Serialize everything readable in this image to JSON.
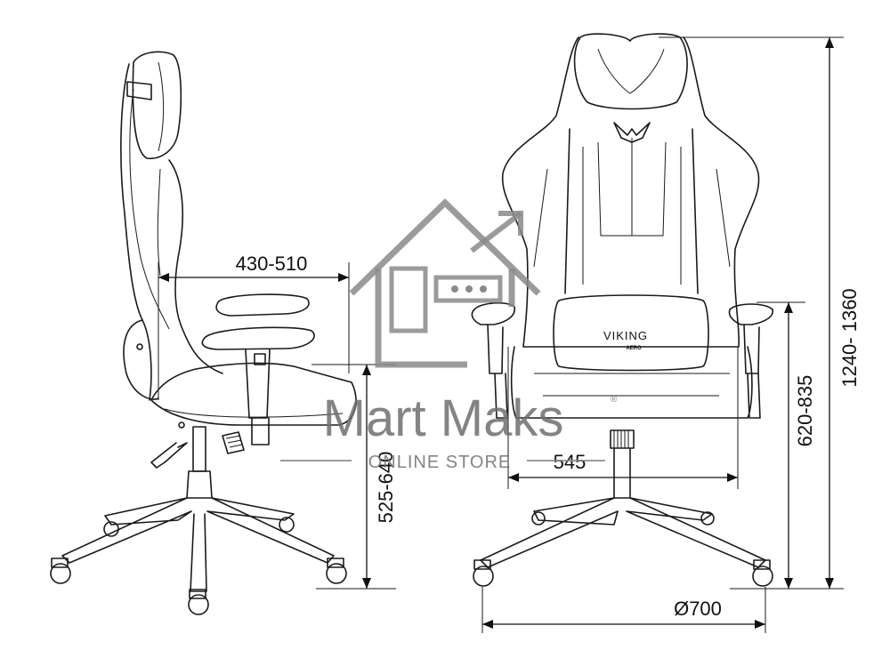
{
  "dimensions": {
    "seat_depth": "430-510",
    "seat_height_side": "525-640",
    "width": "545",
    "seat_height_front": "620-835",
    "total_height": "1240- 1360",
    "base_diameter": "Ø700"
  },
  "brand_logo": {
    "name": "VIKING",
    "sub": "AERO"
  },
  "watermark": {
    "title": "Mart Maks",
    "subtitle": "ONLINE STORE",
    "registered": "®"
  }
}
